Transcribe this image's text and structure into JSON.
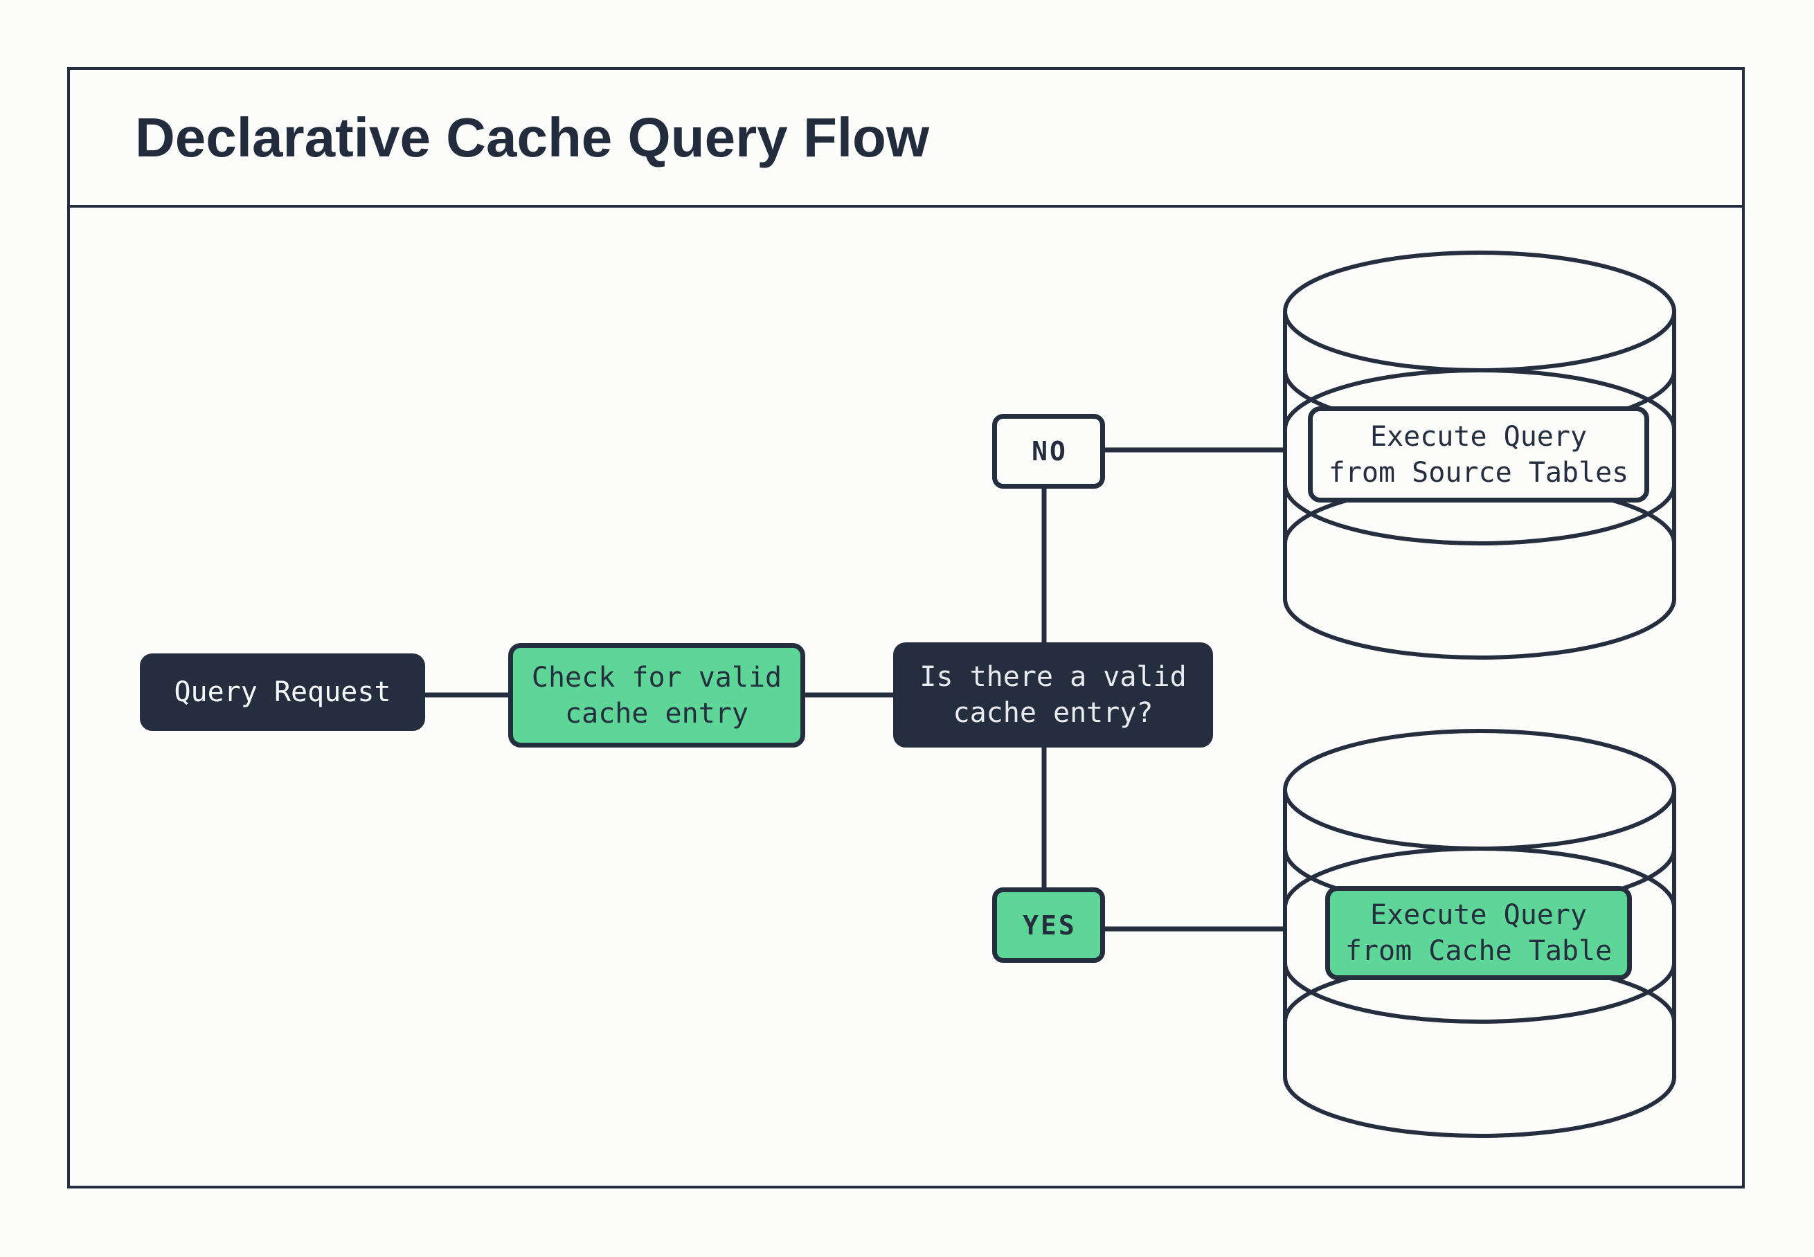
{
  "page": {
    "background": "#fcfcfa",
    "accent_green": "#5ed698",
    "dark_navy": "#252e3e",
    "stroke": "#252e3e"
  },
  "header": {
    "title": "Declarative Cache Query Flow"
  },
  "flow": {
    "query_request": {
      "label": "Query Request"
    },
    "check_cache": {
      "lines": [
        "Check for valid",
        "cache entry"
      ]
    },
    "decision": {
      "lines": [
        "Is there a valid",
        "cache entry?"
      ]
    },
    "edge_no": {
      "label": "NO"
    },
    "edge_yes": {
      "label": "YES"
    },
    "source_db": {
      "lines": [
        "Execute Query",
        "from Source Tables"
      ]
    },
    "cache_db": {
      "lines": [
        "Execute Query",
        "from Cache Table"
      ]
    }
  }
}
